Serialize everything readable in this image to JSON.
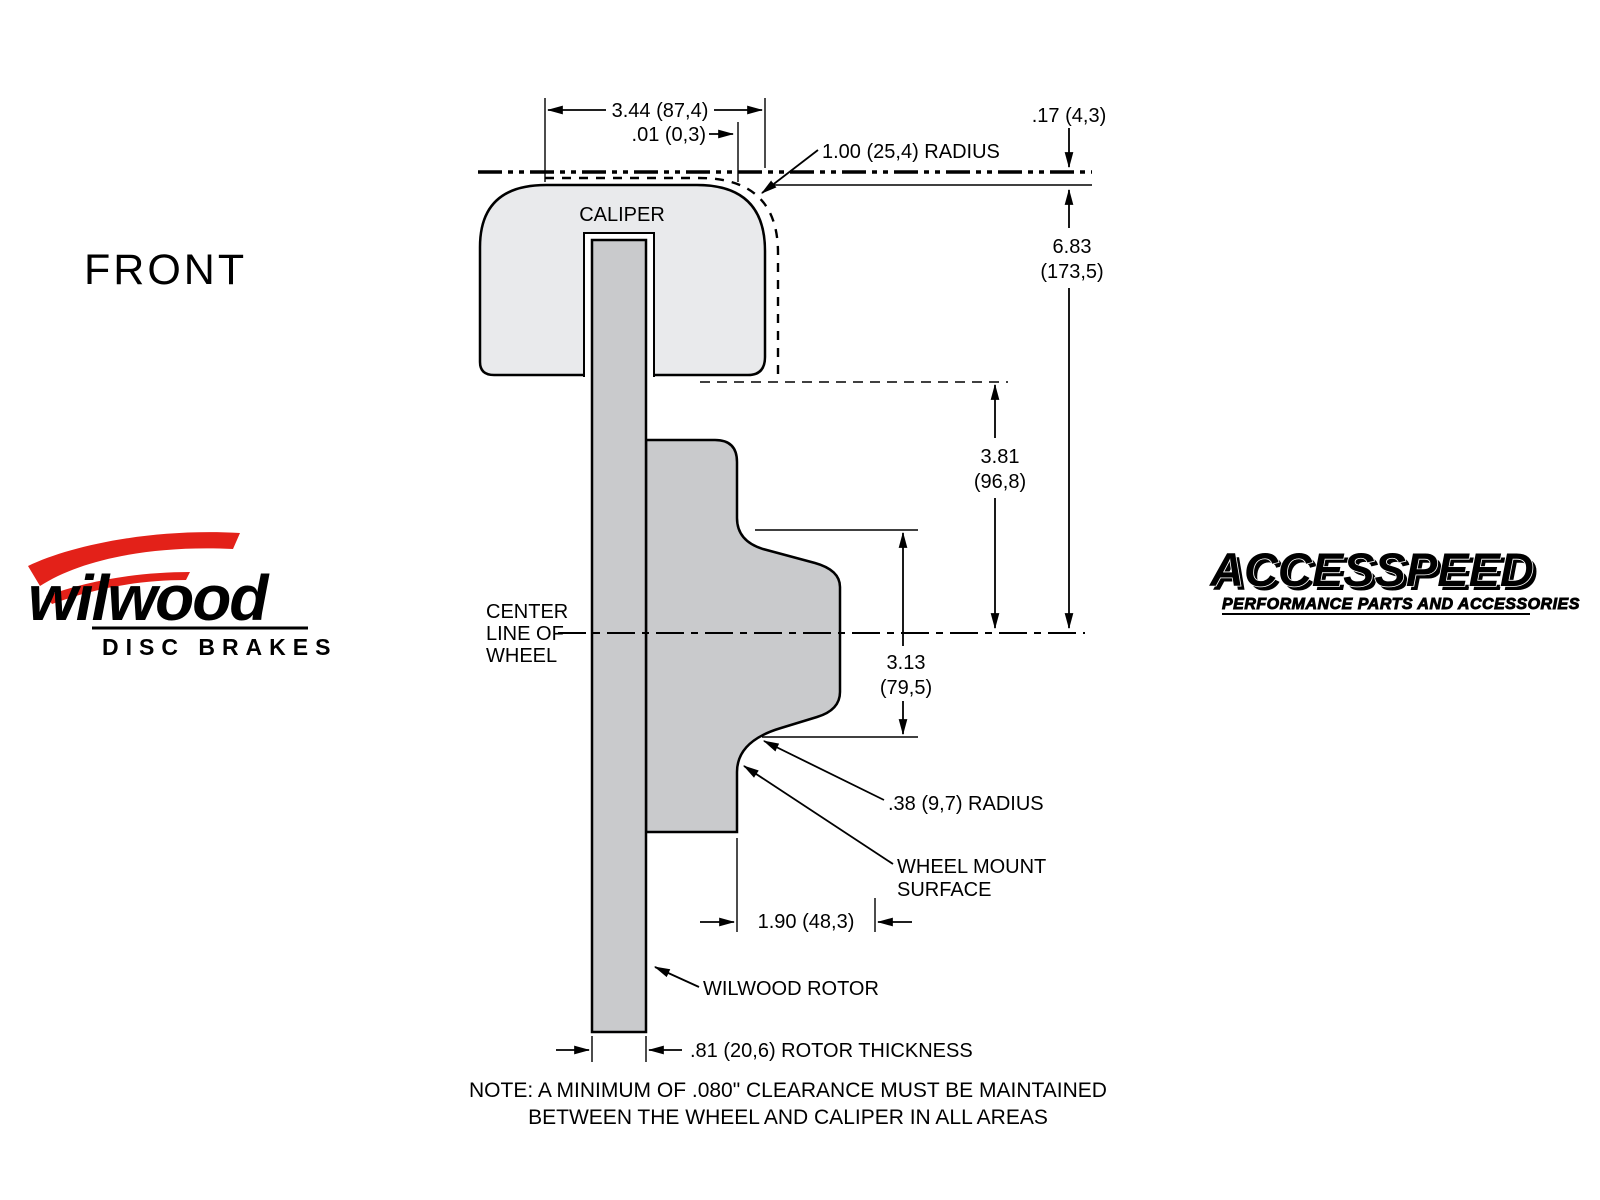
{
  "front_label": "FRONT",
  "caliper_label": "CALIPER",
  "centerline": {
    "l1": "CENTER",
    "l2": "LINE OF",
    "l3": "WHEEL"
  },
  "dims": {
    "top_width": "3.44 (87,4)",
    "top_gap": ".01 (0,3)",
    "top_radius": "1.00 (25,4) RADIUS",
    "wheel_clearance": ".17 (4,3)",
    "overall_in": "6.83",
    "overall_mm": "(173,5)",
    "caliper_to_cl_in": "3.81",
    "caliper_to_cl_mm": "(96,8)",
    "cl_to_mount_in": "3.13",
    "cl_to_mount_mm": "(79,5)",
    "fillet_radius": ".38 (9,7) RADIUS",
    "wheel_mount_l1": "WHEEL MOUNT",
    "wheel_mount_l2": "SURFACE",
    "mount_offset": "1.90 (48,3)",
    "rotor_callout": "WILWOOD ROTOR",
    "rotor_thickness": ".81 (20,6) ROTOR THICKNESS"
  },
  "note": {
    "line1": "NOTE: A MINIMUM OF .080\" CLEARANCE MUST BE MAINTAINED",
    "line2": "BETWEEN THE WHEEL AND CALIPER IN ALL AREAS"
  },
  "wilwood": {
    "name": "wilwood",
    "sub": "DISC BRAKES"
  },
  "accesspeed": {
    "name": "ACCESSPEED",
    "sub": "PERFORMANCE PARTS AND ACCESSORIES"
  },
  "colors": {
    "caliper_gray": "#e9eaec",
    "rotor_gray": "#c9cacc",
    "line_black": "#000000",
    "wilwood_red": "#e32119"
  }
}
